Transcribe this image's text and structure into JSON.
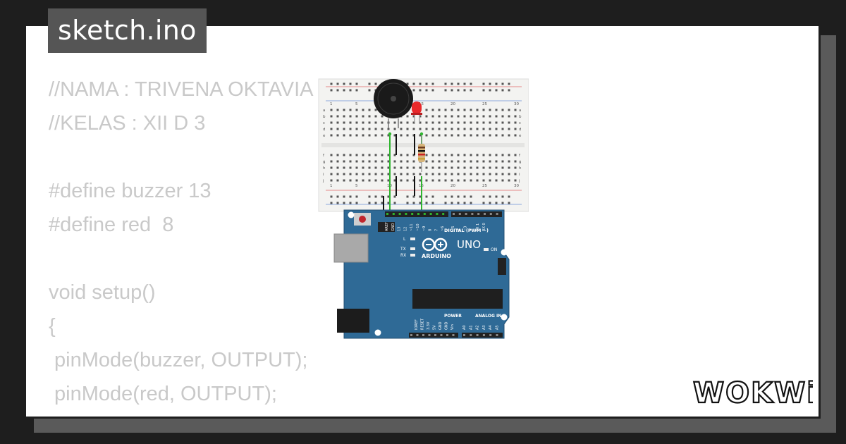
{
  "file_tab": {
    "label": "sketch.ino"
  },
  "code": {
    "lines": [
      "//NAMA : TRIVENA OKTAVIA",
      "//KELAS : XII D 3",
      "",
      "#define buzzer 13",
      "#define red  8",
      "",
      "void setup()",
      "{",
      " pinMode(buzzer, OUTPUT);",
      " pinMode(red, OUTPUT);",
      "}"
    ]
  },
  "breadboard": {
    "column_numbers": [
      "1",
      "5",
      "10",
      "15",
      "20",
      "25",
      "30"
    ],
    "row_letters_top": [
      "a",
      "b",
      "c",
      "d",
      "e"
    ],
    "row_letters_bottom": [
      "f",
      "g",
      "h",
      "i",
      "j"
    ]
  },
  "arduino": {
    "model": "UNO",
    "brand": "ARDUINO",
    "digital_label": "DIGITAL (PWM ~)",
    "power_label": "POWER",
    "analog_label": "ANALOG IN",
    "on_label": "ON",
    "led_labels": [
      "L",
      "TX",
      "RX"
    ],
    "top_pin_labels": [
      "AREF",
      "GND",
      "13",
      "12",
      "~11",
      "~10",
      "~9",
      "8",
      "7",
      "~6",
      "~5",
      "4",
      "~3",
      "2",
      "TX 1",
      "RX 0"
    ],
    "power_pin_labels": [
      "IOREF",
      "RESET",
      "3.3V",
      "5V",
      "GND",
      "GND",
      "Vin"
    ],
    "analog_pin_labels": [
      "A0",
      "A1",
      "A2",
      "A3",
      "A4",
      "A5"
    ]
  },
  "logo": {
    "text": "WOKWi"
  },
  "colors": {
    "background": "#1e1e1e",
    "card": "#ffffff",
    "tab": "#555555",
    "code_text": "#c9c9c9",
    "arduino_board": "#2f6a96",
    "breadboard": "#f3f3f1",
    "wire_green": "#2fb52f",
    "led_red": "#e8282b"
  }
}
